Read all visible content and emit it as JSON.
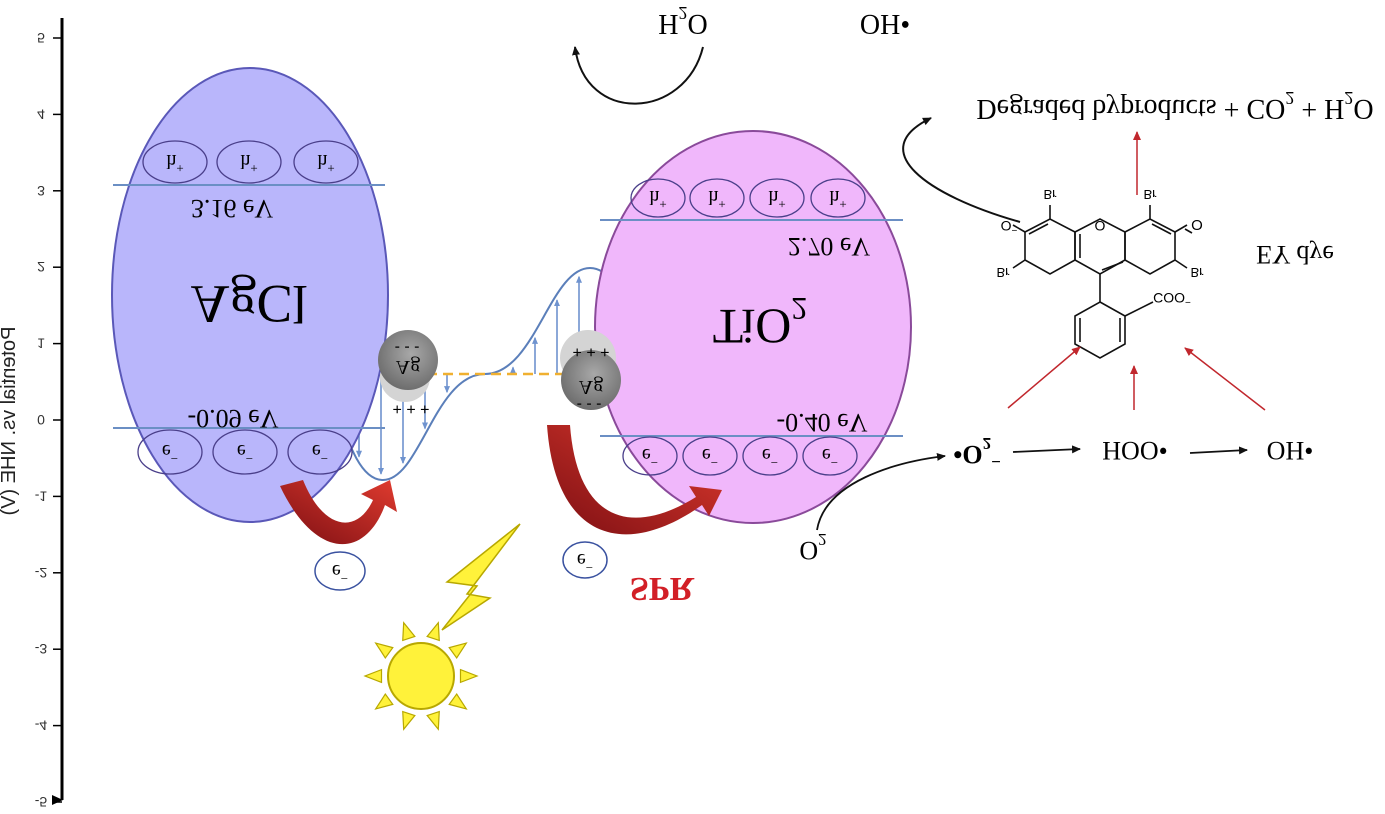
{
  "axis": {
    "label": "Potential vs. NHE (V)",
    "ticks": [
      "5",
      "4",
      "3",
      "2",
      "1",
      "0",
      "-1",
      "-2",
      "-3",
      "-4",
      "-5"
    ]
  },
  "agcl": {
    "name": "AgCl",
    "vb_energy": "3.16 eV",
    "cb_energy": "-0.09 eV",
    "hole": "h",
    "hole_sup": "+",
    "electron": "e",
    "electron_sup": "−"
  },
  "tio2": {
    "name_main": "TiO",
    "name_sub": "2",
    "vb_energy": "2.70 eV",
    "cb_energy": "-0.40 eV",
    "hole": "h",
    "hole_sup": "+",
    "electron": "e",
    "electron_sup": "−"
  },
  "ag_particles": {
    "label": "Ag",
    "charge_neg": "- - -",
    "charge_pos": "+ + +"
  },
  "free_electron": {
    "label": "e",
    "sup": "−"
  },
  "spr_label": "SPR",
  "water_cycle": {
    "reactant_main": "H",
    "reactant_sub": "2",
    "reactant_tail": "O",
    "product": "OH•"
  },
  "products": {
    "label_a": "Degraded byproducts + CO",
    "sub_a": "2",
    "label_b": " + H",
    "sub_b": "2",
    "label_c": "O"
  },
  "dye": {
    "name": "EY dye",
    "atom_br": "Br",
    "atom_o_minus": "O",
    "atom_o_minus_sup": "−",
    "atom_o": "O",
    "coo": "COO",
    "coo_sup": "−"
  },
  "oxygen_chain": {
    "o2_main": "O",
    "o2_sub": "2",
    "superoxide_main": "•O",
    "superoxide_sub": "2",
    "superoxide_sup": "−",
    "hoo": "HOO•",
    "oh": "OH•"
  },
  "colors": {
    "agcl_fill": "#b9b6fb",
    "agcl_stroke": "#5a58b8",
    "tio2_fill": "#f0b7fb",
    "tio2_stroke": "#8a4a9a",
    "band_line": "#6b8fc4",
    "fermi_dash": "#f0b030",
    "wave_stroke": "#5b7fba",
    "wave_arrow": "#6f93cf",
    "red_arrow": "#c1272d",
    "red_arrow_dark": "#7d0f13",
    "ag_dark": "#8a8a8a",
    "ag_light": "#d4d4d4",
    "sun": "#fff23a",
    "sun_stroke": "#b8a800",
    "spr_red": "#d21f26"
  }
}
